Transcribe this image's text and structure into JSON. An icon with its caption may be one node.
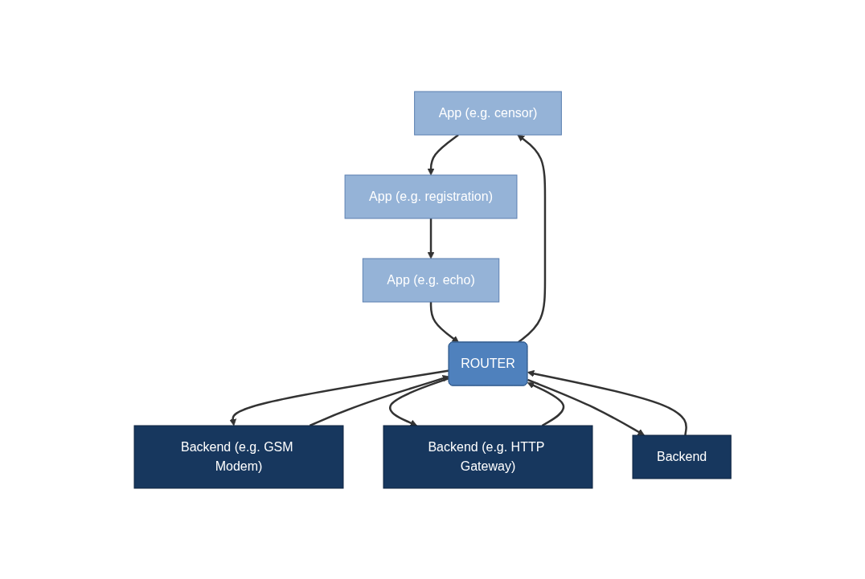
{
  "diagram": {
    "nodes": [
      {
        "text": [
          "App (e.g. censor)"
        ]
      },
      {
        "text": [
          "App (e.g. registration)"
        ]
      },
      {
        "text": [
          "App (e.g. echo)"
        ]
      },
      {
        "text": [
          "ROUTER"
        ]
      },
      {
        "text": [
          "Backend (e.g. GSM Modem)"
        ]
      },
      {
        "text": [
          "Backend (e.g. HTTP Gateway)"
        ]
      },
      {
        "text": [
          "Backend"
        ]
      }
    ],
    "edges": [
      {
        "from": 3,
        "to": 0,
        "arrow": "to"
      },
      {
        "from": 0,
        "to": 1,
        "arrow": "to"
      },
      {
        "from": 1,
        "to": 2,
        "arrow": "to"
      },
      {
        "from": 2,
        "to": 3,
        "arrow": "to"
      },
      {
        "from": 4,
        "to": 3,
        "arrow": "to"
      },
      {
        "from": 3,
        "to": 4,
        "arrow": "to"
      },
      {
        "from": 5,
        "to": 3,
        "arrow": "to"
      },
      {
        "from": 3,
        "to": 5,
        "arrow": "to"
      },
      {
        "from": 3,
        "to": 6,
        "arrow": "to"
      },
      {
        "from": 6,
        "to": 3,
        "arrow": "to"
      }
    ]
  }
}
